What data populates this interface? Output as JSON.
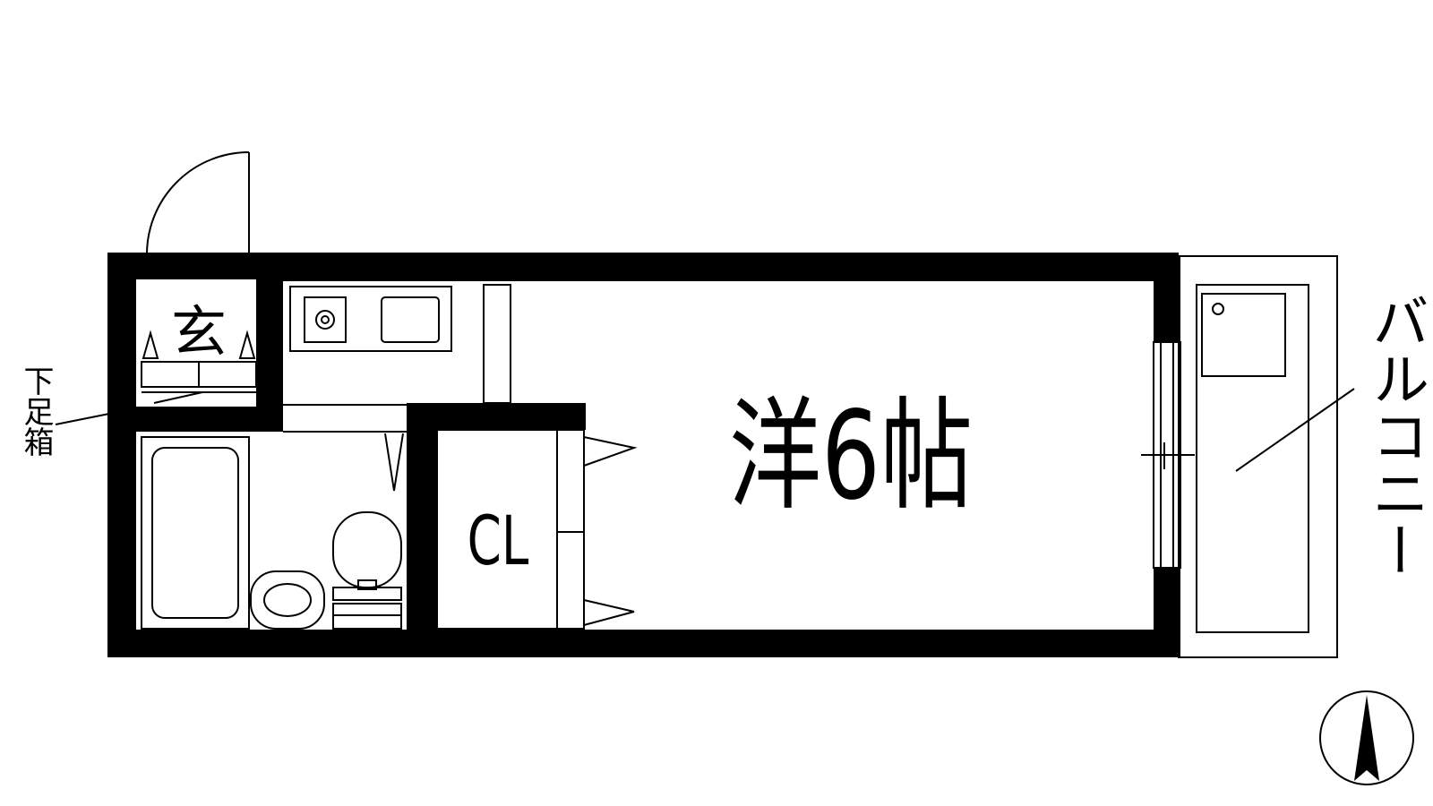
{
  "floor_plan": {
    "entrance_label": "玄",
    "shoe_box_label": "下足箱",
    "closet_label": "CL",
    "main_room_label": "洋6帖",
    "balcony_label": "バルコニー",
    "north_arrow_icon": "north-arrow-icon"
  },
  "colors": {
    "wall": "#000000",
    "line": "#000000",
    "background": "#ffffff"
  }
}
